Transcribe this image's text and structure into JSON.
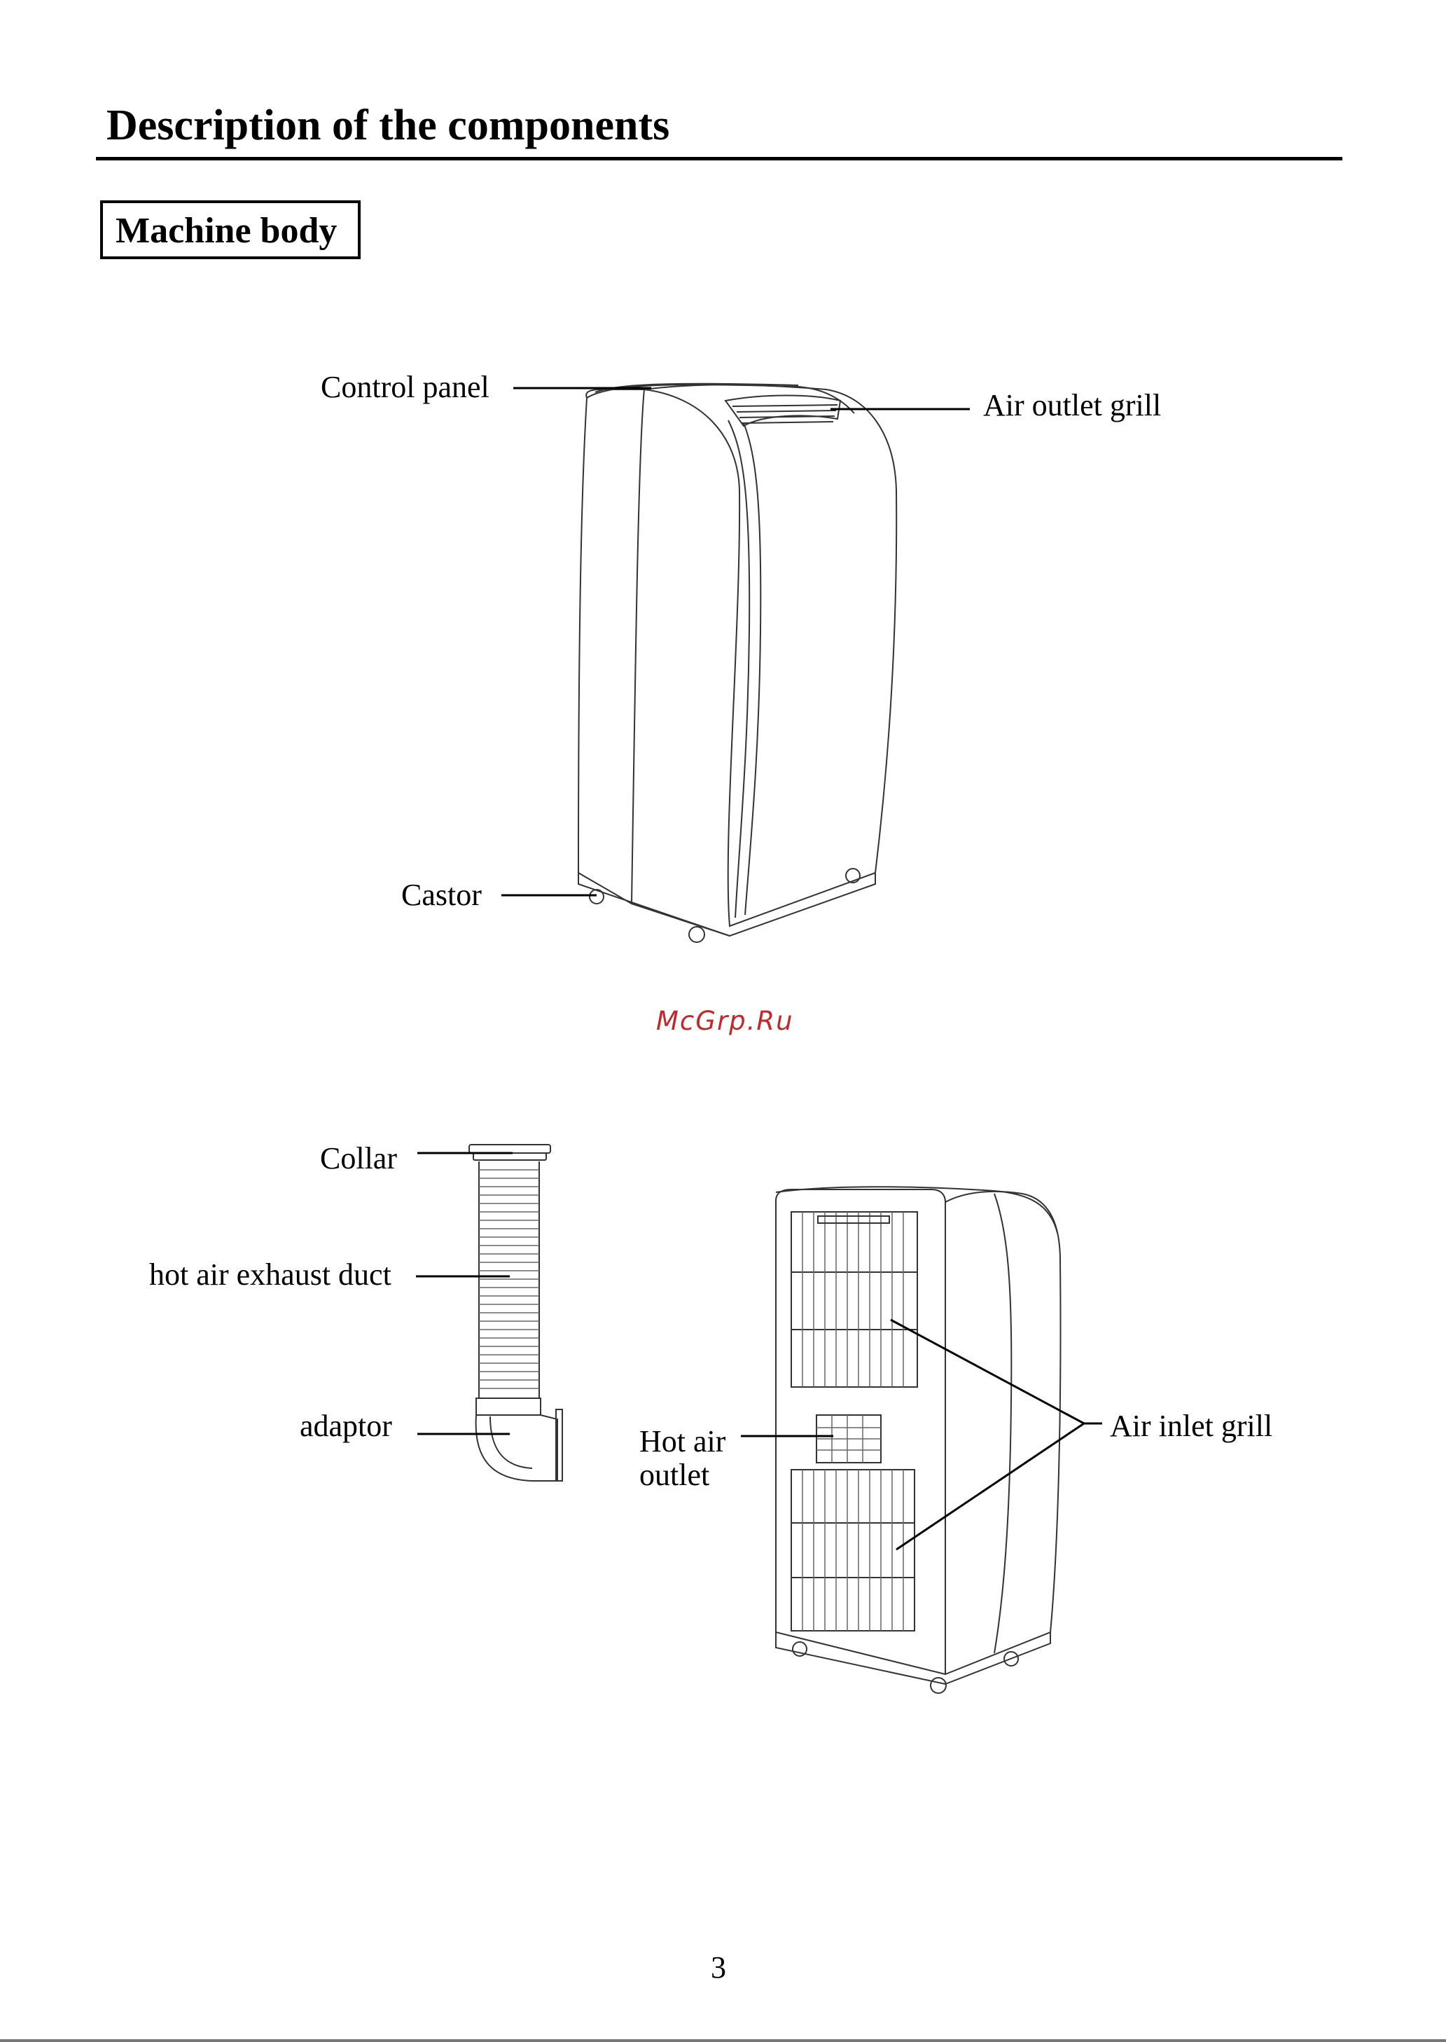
{
  "document": {
    "title": "Description of the components",
    "section": "Machine body",
    "page_number": "3"
  },
  "front_view": {
    "labels": {
      "control_panel": "Control panel",
      "air_outlet_grill": "Air outlet grill",
      "castor": "Castor"
    }
  },
  "accessories": {
    "labels": {
      "collar": "Collar",
      "exhaust_duct": "hot air exhaust duct",
      "adaptor": "adaptor"
    }
  },
  "rear_view": {
    "labels": {
      "hot_air_outlet_line1": "Hot air",
      "hot_air_outlet_line2": "outlet",
      "air_inlet_grill": "Air inlet grill"
    }
  },
  "watermark": "McGrp.Ru",
  "colors": {
    "watermark": "#c0282c",
    "ink": "#000000"
  }
}
